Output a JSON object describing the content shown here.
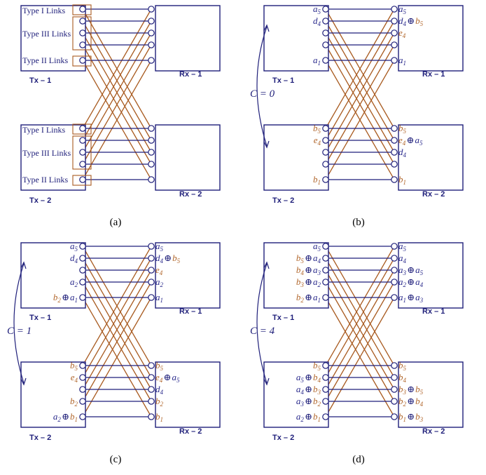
{
  "panels": {
    "a": {
      "caption": "(a)",
      "tx1": "Tx – 1",
      "rx1": "Rx – 1",
      "tx2": "Tx – 2",
      "rx2": "Rx – 2",
      "tx1_types": [
        "Type I Links",
        "Type III Links",
        "Type II Links"
      ],
      "tx2_types": [
        "Type I Links",
        "Type III Links",
        "Type II Links"
      ]
    },
    "b": {
      "caption": "(b)",
      "tx1": "Tx – 1",
      "rx1": "Rx – 1",
      "tx2": "Tx – 2",
      "rx2": "Rx – 2",
      "c_label": "C = 0",
      "tx1_syms": [
        "a5",
        "d4",
        "",
        "",
        "a1"
      ],
      "rx1_syms": [
        "a5",
        "d4 ⊕ b5",
        "e4",
        "",
        "a1"
      ],
      "tx2_syms": [
        "b5",
        "e4",
        "",
        "",
        "b1"
      ],
      "rx2_syms": [
        "b5",
        "e4 ⊕ a5",
        "d4",
        "",
        "b1"
      ]
    },
    "c": {
      "caption": "(c)",
      "tx1": "Tx – 1",
      "rx1": "Rx – 1",
      "tx2": "Tx – 2",
      "rx2": "Rx – 2",
      "c_label": "C = 1",
      "tx1_syms": [
        "a5",
        "d4",
        "",
        "a2",
        "b2 ⊕ a1"
      ],
      "rx1_syms": [
        "a5",
        "d4 ⊕ b5",
        "e4",
        "a2",
        "a1"
      ],
      "tx2_syms": [
        "b5",
        "e4",
        "",
        "b2",
        "a2 ⊕ b1"
      ],
      "rx2_syms": [
        "b5",
        "e4 ⊕ a5",
        "d4",
        "b2",
        "b1"
      ]
    },
    "d": {
      "caption": "(d)",
      "tx1": "Tx – 1",
      "rx1": "Rx – 1",
      "tx2": "Tx – 2",
      "rx2": "Rx – 2",
      "c_label": "C = 4",
      "tx1_syms": [
        "a5",
        "b5 ⊕ a4",
        "b4 ⊕ a3",
        "b3 ⊕ a2",
        "b2 ⊕ a1"
      ],
      "rx1_syms": [
        "a5",
        "a4",
        "a3 ⊕ a5",
        "a2 ⊕ a4",
        "a1 ⊕ a3"
      ],
      "tx2_syms": [
        "b5",
        "a5 ⊕ b4",
        "a4 ⊕ b3",
        "a3 ⊕ b2",
        "a2 ⊕ b1"
      ],
      "rx2_syms": [
        "b5",
        "b4",
        "b3 ⊕ b5",
        "b2 ⊕ b4",
        "b1 ⊕ b3"
      ]
    }
  },
  "colors": {
    "navy": "#1f1f7a",
    "brown": "#a85a1f",
    "symbol_blue": "#2a2a8c",
    "symbol_brown": "#b0652a"
  }
}
